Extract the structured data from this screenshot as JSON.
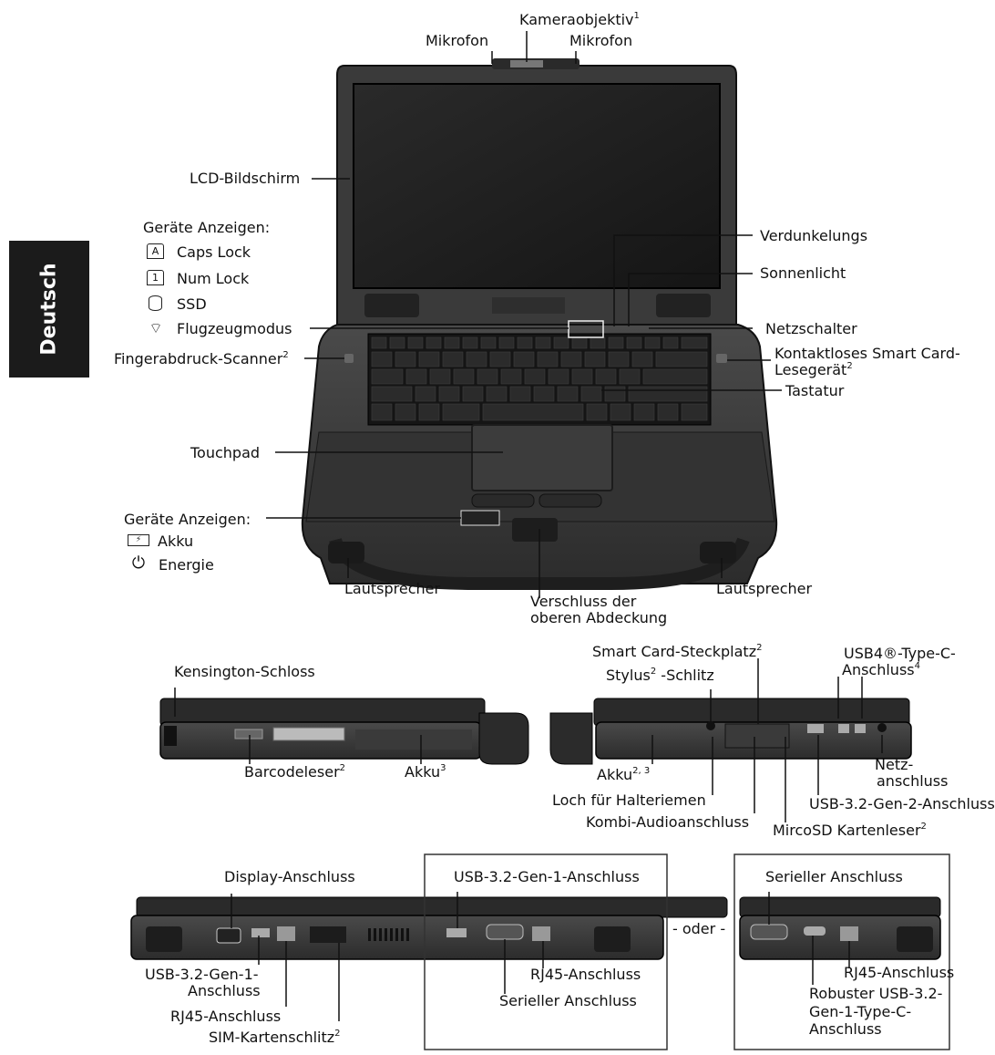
{
  "side_tab": "Deutsch",
  "top_view": {
    "mic_left": "Mikrofon",
    "camera_lens": "Kameraobjektiv",
    "camera_lens_sup": "1",
    "mic_right": "Mikrofon",
    "lcd": "LCD-Bildschirm",
    "indicators_title": "Geräte Anzeigen:",
    "caps_lock": "Caps  Lock",
    "num_lock": "Num  Lock",
    "ssd": "SSD",
    "airplane": "Flugzeugmodus",
    "fingerprint": "Fingerabdruck-Scanner",
    "fingerprint_sup": "2",
    "dimming": "Verdunkelungs",
    "sunlight": "Sonnenlicht",
    "power_button": "Netzschalter",
    "smartcard_contactless_1": "Kontaktloses Smart Card-",
    "smartcard_contactless_2": "Lesegerät",
    "smartcard_contactless_sup": "2",
    "keyboard": "Tastatur",
    "touchpad": "Touchpad",
    "indicators_title2": "Geräte Anzeigen:",
    "battery": "Akku",
    "energy": "Energie",
    "speaker_left": "Lautsprecher",
    "cover_lock_1": "Verschluss der",
    "cover_lock_2": "oberen Abdeckung",
    "speaker_right": "Lautsprecher"
  },
  "left_side": {
    "kensington": "Kensington-Schloss",
    "barcode": "Barcodeleser",
    "barcode_sup": "2",
    "battery": "Akku",
    "battery_sup": "3"
  },
  "right_side": {
    "smartcard_slot": "Smart Card-Steckplatz",
    "smartcard_slot_sup": "2",
    "stylus": "Stylus",
    "stylus_sup": "2",
    "stylus_suffix": " -Schlitz",
    "usb4_1": "USB4®-Type-C-",
    "usb4_2": "Anschluss",
    "usb4_sup": "4",
    "battery": "Akku",
    "battery_sup": "2, 3",
    "strap_hole": "Loch für Halteriemen",
    "audio": "Kombi-Audioanschluss",
    "microsd": "MircoSD Kartenleser",
    "microsd_sup": "2",
    "power_jack_1": "Netz-",
    "power_jack_2": "anschluss",
    "usb_gen2": "USB-3.2-Gen-2-Anschluss"
  },
  "rear": {
    "display_port": "Display-Anschluss",
    "usb_gen1_1": "USB-3.2-Gen-1-",
    "usb_gen1_2": "Anschluss",
    "rj45": "RJ45-Anschluss",
    "sim": "SIM-Kartenschlitz",
    "sim_sup": "2",
    "opt1_usb": "USB-3.2-Gen-1-Anschluss",
    "opt1_rj45": "RJ45-Anschluss",
    "opt1_serial": "Serieller Anschluss",
    "or": "- oder -",
    "opt2_serial": "Serieller Anschluss",
    "opt2_rj45": "RJ45-Anschluss",
    "opt2_rugged_1": "Robuster USB-3.2-",
    "opt2_rugged_2": "Gen-1-Type-C-",
    "opt2_rugged_3": "Anschluss"
  }
}
